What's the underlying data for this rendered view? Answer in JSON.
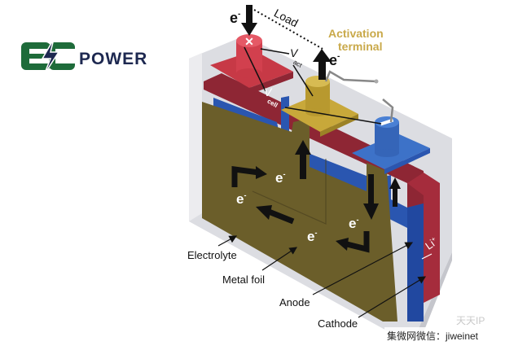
{
  "logo": {
    "mark": "EC",
    "wordmark": "POWER",
    "colors": {
      "green": "#1e6b3a",
      "navy": "#1d2850"
    }
  },
  "labels": {
    "load": "Load",
    "activation_terminal_line1": "Activation",
    "activation_terminal_line2": "terminal",
    "v_act_main": "V",
    "v_act_sub": "act",
    "v_cell_main": "V",
    "v_cell_sub": "cell",
    "electron": "e",
    "electron_sup": "-",
    "li_ion": "Li",
    "li_ion_sup": "+",
    "electrolyte": "Electrolyte",
    "metal_foil": "Metal foil",
    "anode": "Anode",
    "cathode": "Cathode",
    "positive_symbol": "✕",
    "negative_symbol": "—"
  },
  "watermark": {
    "line1": "天天IP",
    "line2": "集微网微信：jiweinet"
  },
  "colors": {
    "electrolyte_case": "#d9dadf",
    "metal_foil": "#6b5e2a",
    "anode_blue": "#2a56b0",
    "cathode_red": "#8e2634",
    "positive_terminal": "#d2404e",
    "activation_terminal": "#c8a83a",
    "negative_terminal": "#3d72c8",
    "activation_text": "#c9a94a",
    "arrow": "#111111"
  }
}
